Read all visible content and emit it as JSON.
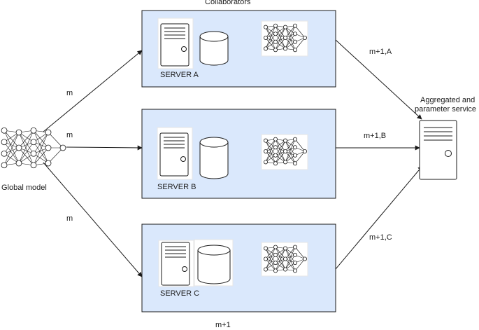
{
  "title": "Collaborators",
  "global_model": {
    "label": "Global model"
  },
  "servers": [
    {
      "label": "SERVER A",
      "edge_in": "m",
      "edge_out": "m+1,A"
    },
    {
      "label": "SERVER B",
      "edge_in": "m",
      "edge_out": "m+1,B"
    },
    {
      "label": "SERVER C",
      "edge_in": "m",
      "edge_out": "m+1,C"
    }
  ],
  "aggregator": {
    "label_line1": "Aggregated and",
    "label_line2": "parameter service"
  },
  "footer": {
    "label": "m+1"
  },
  "colors": {
    "server_fill": "#dae8fc",
    "stroke": "#1a1a1a",
    "panel_border": "#e6e6e6",
    "node_fill": "#ffffff"
  },
  "icons": [
    "server-icon",
    "database-icon",
    "neural-network-icon"
  ]
}
